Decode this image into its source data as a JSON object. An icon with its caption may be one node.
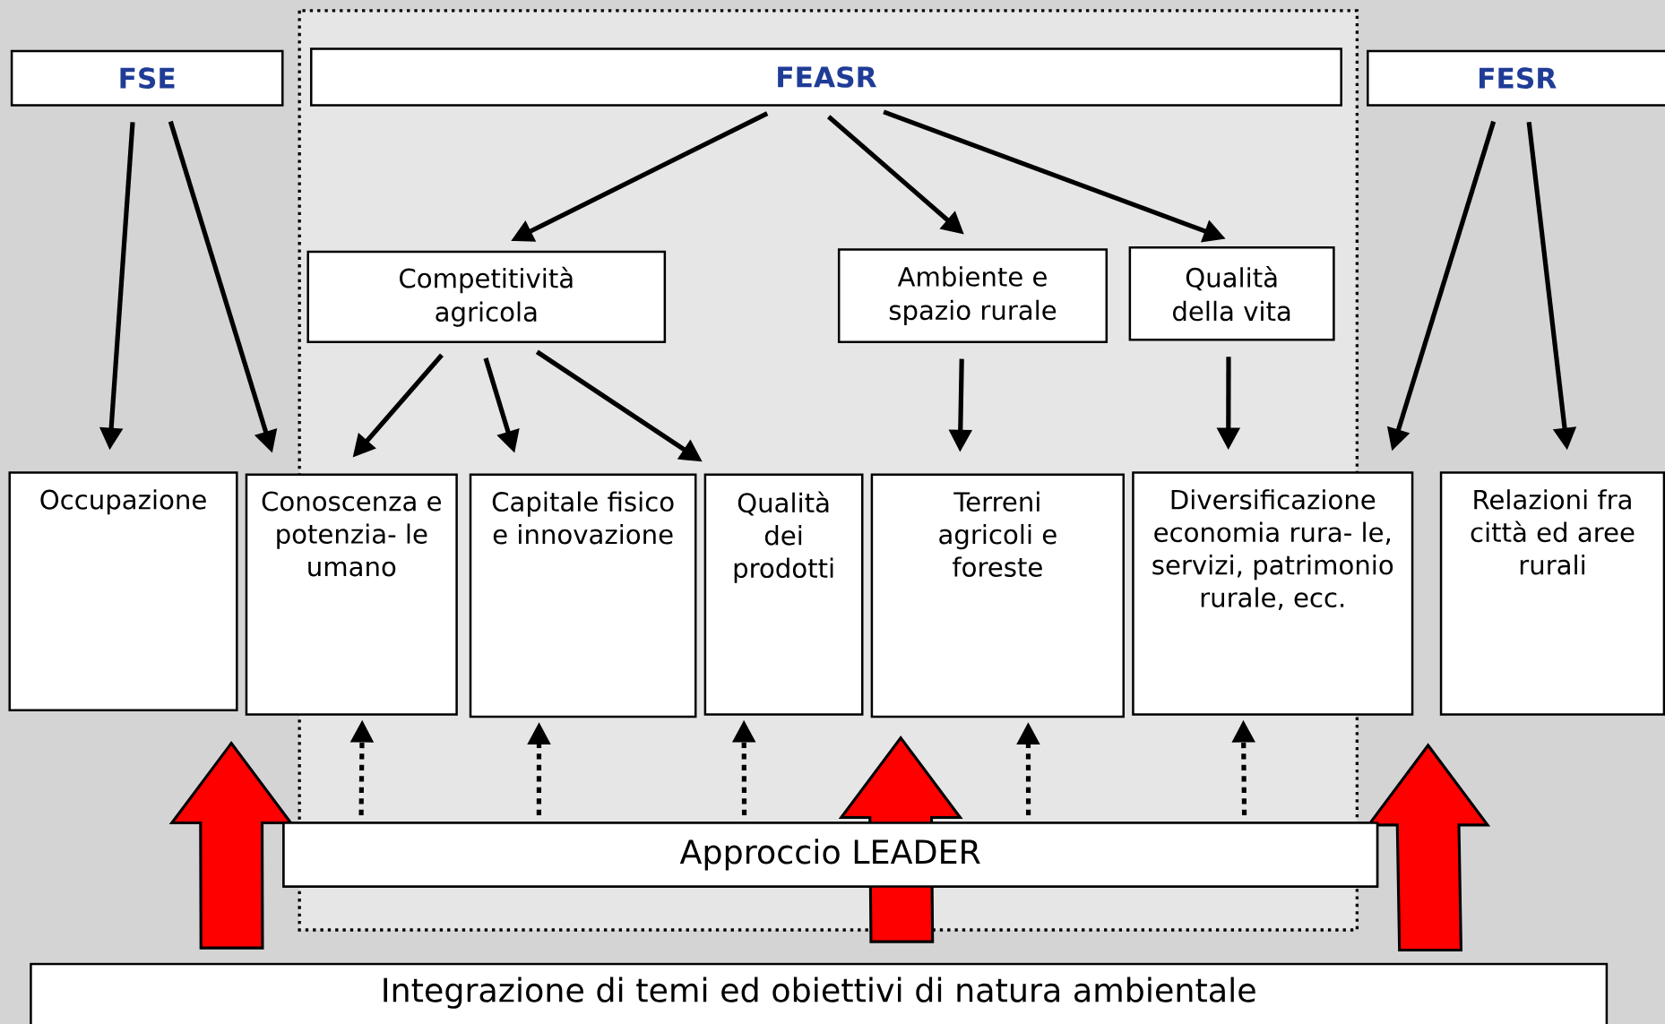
{
  "diagram": {
    "nodes": [
      {
        "text": [
          "FSE"
        ]
      },
      {
        "text": [
          "FEASR"
        ]
      },
      {
        "text": [
          "FESR"
        ]
      },
      {
        "text": [
          "Competitività agricola"
        ]
      },
      {
        "text": [
          "Ambiente e spazio rurale"
        ]
      },
      {
        "text": [
          "Qualità della vita"
        ]
      },
      {
        "text": [
          "Occupazione"
        ]
      },
      {
        "text": [
          "Conoscenza e potenzia- le umano"
        ]
      },
      {
        "text": [
          "Capitale fisico e innovazione"
        ]
      },
      {
        "text": [
          "Qualità dei prodotti"
        ]
      },
      {
        "text": [
          "Terreni agricoli e foreste"
        ]
      },
      {
        "text": [
          "Diversificazione economia rura- le, servizi, patrimonio rurale, ecc."
        ]
      },
      {
        "text": [
          "Relazioni fra città ed aree rurali"
        ]
      },
      {
        "text": [
          "Approccio LEADER"
        ]
      },
      {
        "text": [
          "Integrazione di temi ed obiettivi di natura ambientale"
        ]
      }
    ],
    "edges": [
      {
        "from": 0,
        "to": 6,
        "arrow": "to"
      },
      {
        "from": 0,
        "to": 7,
        "arrow": "to"
      },
      {
        "from": 1,
        "to": 3,
        "arrow": "to"
      },
      {
        "from": 1,
        "to": 4,
        "arrow": "to"
      },
      {
        "from": 1,
        "to": 5,
        "arrow": "to"
      },
      {
        "from": 2,
        "to": 11,
        "arrow": "to"
      },
      {
        "from": 2,
        "to": 12,
        "arrow": "to"
      },
      {
        "from": 3,
        "to": 7,
        "arrow": "to"
      },
      {
        "from": 3,
        "to": 8,
        "arrow": "to"
      },
      {
        "from": 3,
        "to": 9,
        "arrow": "to"
      },
      {
        "from": 4,
        "to": 10,
        "arrow": "to"
      },
      {
        "from": 5,
        "to": 11,
        "arrow": "to"
      },
      {
        "from": 13,
        "to": 7,
        "arrow": "to",
        "style": "dashed"
      },
      {
        "from": 13,
        "to": 8,
        "arrow": "to",
        "style": "dashed"
      },
      {
        "from": 13,
        "to": 9,
        "arrow": "to",
        "style": "dashed"
      },
      {
        "from": 13,
        "to": 10,
        "arrow": "to",
        "style": "dashed"
      },
      {
        "from": 13,
        "to": 11,
        "arrow": "to",
        "style": "dashed"
      },
      {
        "from": 14,
        "to": 7,
        "arrow": "to",
        "style": "thick",
        "color": "#ff0000"
      },
      {
        "from": 14,
        "to": 10,
        "arrow": "to",
        "style": "thick",
        "color": "#ff0000"
      },
      {
        "from": 14,
        "to": 12,
        "arrow": "to",
        "style": "thick",
        "color": "#ff0000"
      }
    ]
  }
}
